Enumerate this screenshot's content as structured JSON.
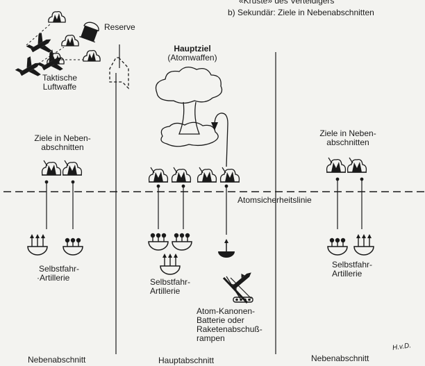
{
  "header": {
    "line_a": "«Kruste» des Verteidigers",
    "line_b": "b)  Sekundär: Ziele in Nebenabschnitten"
  },
  "labels": {
    "reserve": "Reserve",
    "air_force_1": "Taktische",
    "air_force_2": "Luftwaffe",
    "main_target": "Hauptziel",
    "main_target_sub": "(Atomwaffen)",
    "left_targets_1": "Ziele in Neben-",
    "left_targets_2": "abschnitten",
    "right_targets_1": "Ziele in Neben-",
    "right_targets_2": "abschnitten",
    "safety_line": "Atomsicherheitslinie",
    "left_artillery_1": "Selbstfahr-",
    "left_artillery_2": "·Artillerie",
    "center_artillery_1": "Selbstfahr-",
    "center_artillery_2": "Artillerie",
    "right_artillery_1": "Selbstfahr-",
    "right_artillery_2": "Artillerie",
    "atomic_1": "Atom-Kanonen-",
    "atomic_2": "Batterie oder",
    "atomic_3": "Raketenabschuß-",
    "atomic_4": "rampen",
    "signature": "H.v.D."
  },
  "sectors": {
    "left": "Nebenabschnitt",
    "center": "Hauptabschnitt",
    "right": "Nebenabschnitt"
  },
  "colors": {
    "ink": "#1a1a1a",
    "paper": "#f3f3f0"
  }
}
